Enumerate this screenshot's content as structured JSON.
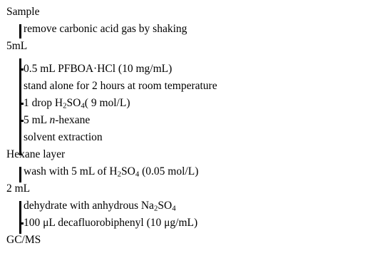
{
  "stages": {
    "sample": "Sample",
    "five_ml": "5mL",
    "hexane_layer": "Hexane layer",
    "two_ml": "2 mL",
    "gcms": "GC/MS"
  },
  "steps": {
    "s1": "remove carbonic acid gas by shaking",
    "s2": "0.5 mL PFBOA·HCl (10 mg/mL)",
    "s3": "stand alone for 2 hours at room temperature",
    "s4_pre": "1 drop H",
    "s4_sub1": "2",
    "s4_mid": "SO",
    "s4_sub2": "4",
    "s4_post": "( 9 mol/L)",
    "s5_pre": "5 mL ",
    "s5_it": "n",
    "s5_post": "-hexane",
    "s6": "solvent extraction",
    "s7_pre": "wash with 5 mL of H",
    "s7_sub1": "2",
    "s7_mid": "SO",
    "s7_sub2": "4",
    "s7_post": " (0.05 mol/L)",
    "s8_pre": "dehydrate with anhydrous Na",
    "s8_sub1": "2",
    "s8_mid": "SO",
    "s8_sub2": "4",
    "s9": "100 μL decafluorobiphenyl (10 μg/mL)"
  }
}
